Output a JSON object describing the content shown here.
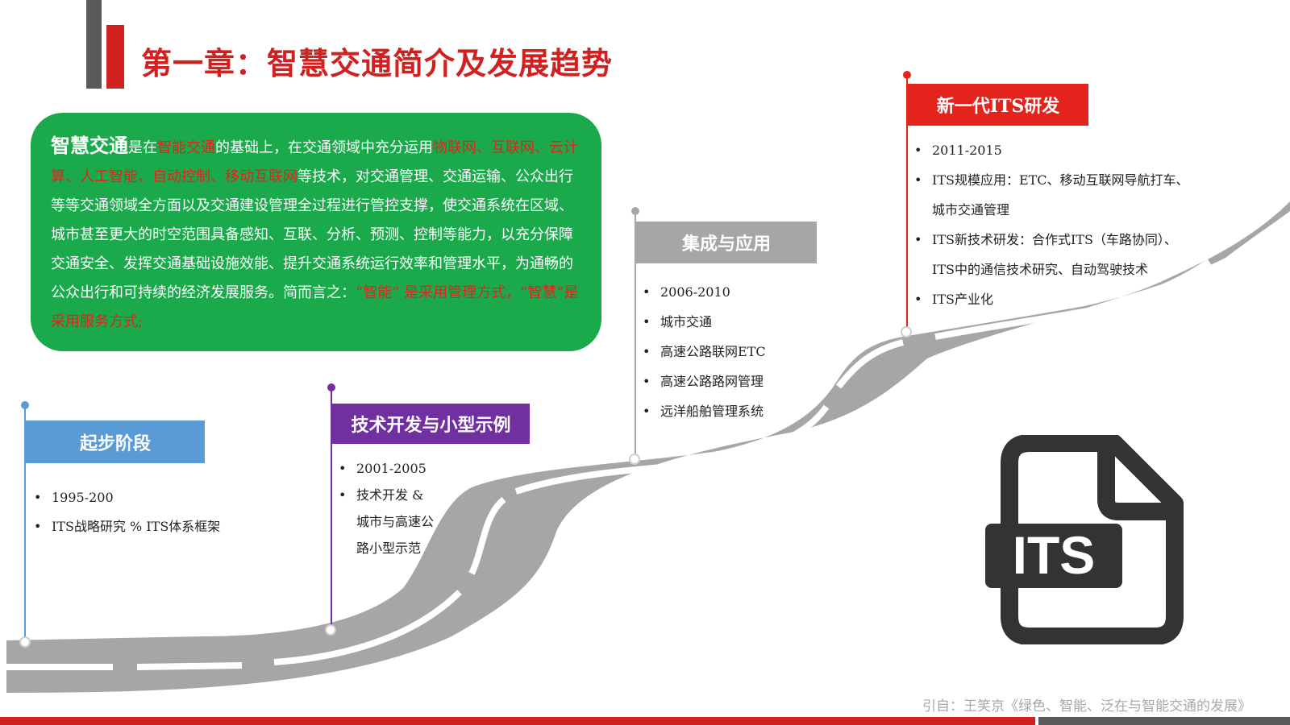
{
  "title": "第一章：智慧交通简介及发展趋势",
  "intro": {
    "lead": "智慧交通",
    "p1": "是在",
    "h1": "智能交通",
    "p2": "的基础上，在交通领域中充分运用",
    "h2": "物联网、互联网、云计算、人工智能、自动控制、移动互联网",
    "p3": "等技术，对交通管理、交通运输、公众出行等等交通领域全方面以及交通建设管理全过程进行管控支撑，使交通系统在区域、城市甚至更大的时空范围具备感知、互联、分析、预测、控制等能力，以充分保障交通安全、发挥交通基础设施效能、提升交通系统运行效率和管理水平，为通畅的公众出行和可持续的经济发展服务。简而言之：",
    "h3": "“智能” 是采用管理方式，“智慧”是采用服务方式;"
  },
  "stages": [
    {
      "label": "起步阶段",
      "color": "#5b9bd5",
      "items": [
        "1995-200",
        "ITS战略研究 %  ITS体系框架"
      ]
    },
    {
      "label": "技术开发与小型示例",
      "color": "#7030a0",
      "items": [
        "2001-2005",
        "技术开发  &",
        "城市与高速公",
        "路小型示范"
      ]
    },
    {
      "label": "集成与应用",
      "color": "#a6a6a6",
      "items": [
        "2006-2010",
        "城市交通",
        "高速公路联网ETC",
        "高速公路路网管理",
        "远洋船舶管理系统"
      ]
    },
    {
      "label": "新一代ITS研发",
      "color": "#e3231c",
      "items": [
        "2011-2015",
        "ITS规模应用：ETC、移动互联网导航打车、",
        "城市交通管理",
        "ITS新技术研发：合作式ITS（车路协同）、",
        "ITS中的通信技术研究、自动驾驶技术",
        "ITS产业化"
      ]
    }
  ],
  "icon": {
    "name": "file-its-icon",
    "text": "ITS"
  },
  "citation": "引自：王笑京《绿色、智能、泛在与智能交通的发展》"
}
